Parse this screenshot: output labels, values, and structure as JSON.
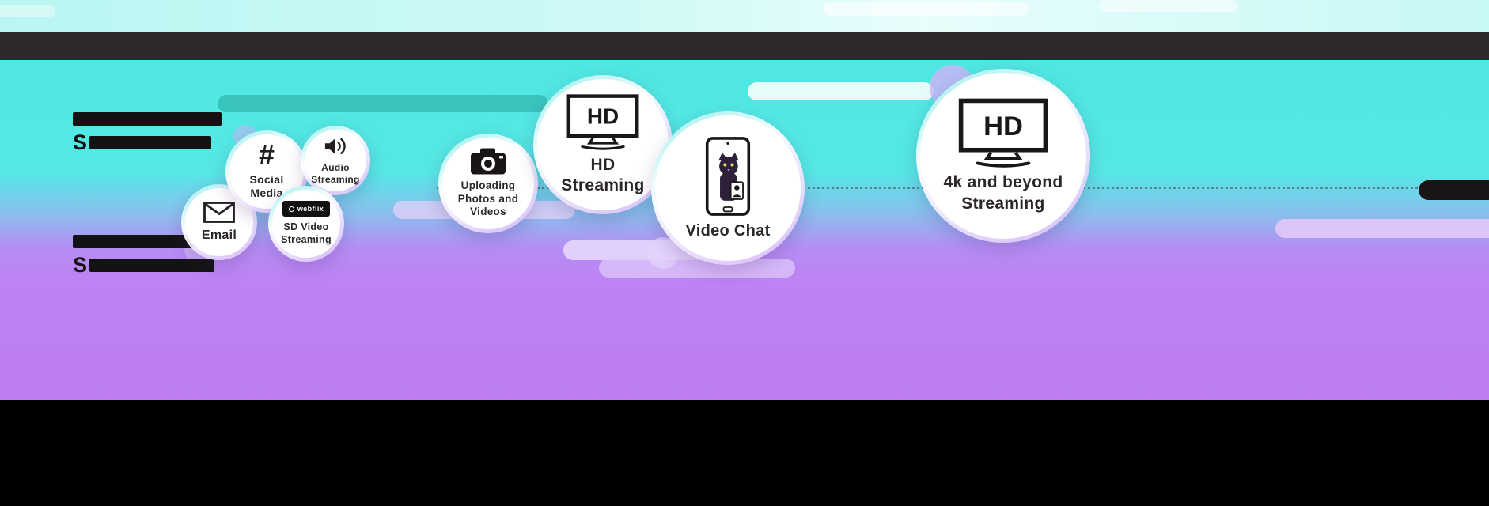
{
  "palette": {
    "cyan": "#52e8e3",
    "purple": "#bd80f3",
    "top_bar": "#2d282b",
    "bottom_bar": "#000000",
    "bubble_text": "#2b2627",
    "icon_dark": "#1a1718",
    "webflix_bg": "#111111"
  },
  "headings": [
    {
      "visible_text": "S"
    },
    {
      "visible_text": "S"
    }
  ],
  "bubbles": [
    {
      "label": "Email",
      "icon": "envelope-icon"
    },
    {
      "label": "Social Media",
      "icon": "hashtag-icon",
      "hashtag": "#"
    },
    {
      "label": "Audio Streaming",
      "icon": "speaker-icon"
    },
    {
      "label": "SD Video Streaming",
      "icon": "webflix-badge",
      "badge_text": "webflix"
    },
    {
      "label": "Uploading Photos and Videos",
      "icon": "camera-icon"
    },
    {
      "label": "HD Streaming",
      "icon": "tv-hd-icon",
      "icon_text": "HD"
    },
    {
      "label": "Video Chat",
      "icon": "phone-cat-icon"
    },
    {
      "label": "4k and beyond Streaming",
      "icon": "tv-hd-icon",
      "icon_text": "HD"
    }
  ]
}
